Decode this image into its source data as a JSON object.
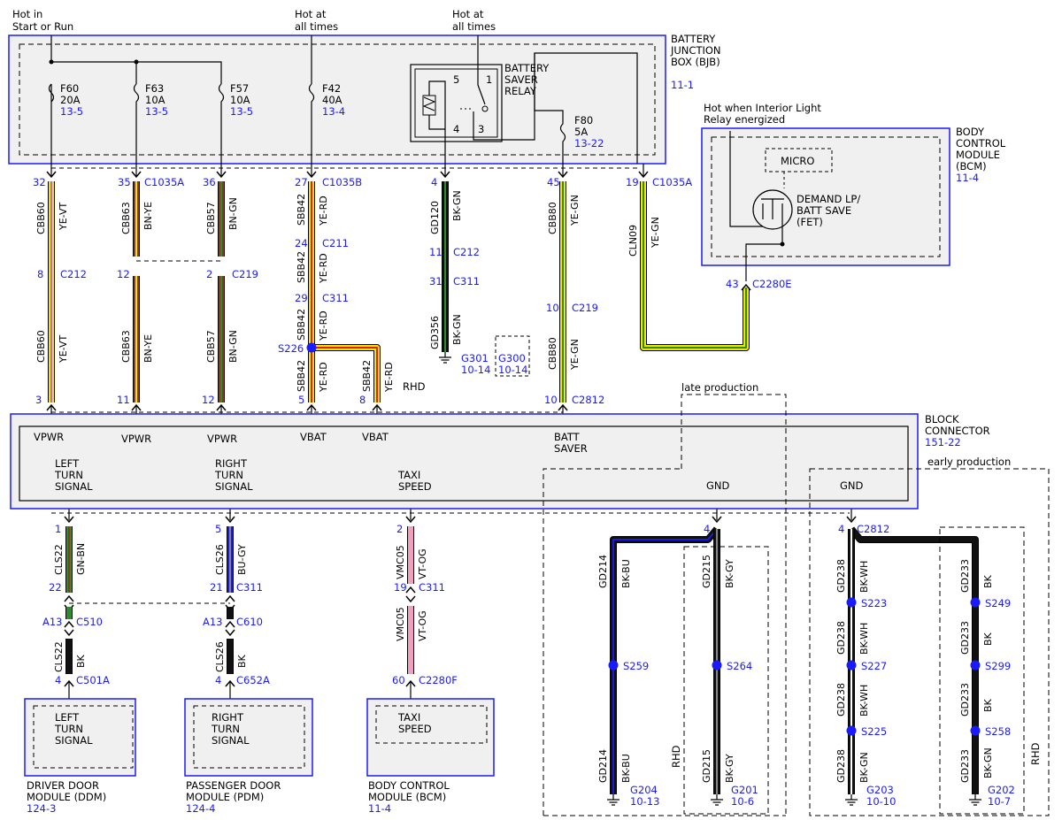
{
  "sources": {
    "hot_start_run": [
      "Hot in",
      "Start or Run"
    ],
    "hot_all_1": [
      "Hot at",
      "all times"
    ],
    "hot_all_2": [
      "Hot at",
      "all times"
    ],
    "hot_interior": [
      "Hot when Interior Light",
      "Relay energized"
    ]
  },
  "bjb": {
    "name": [
      "BATTERY",
      "JUNCTION",
      "BOX (BJB)"
    ],
    "ref": "11-1"
  },
  "relay": {
    "name": [
      "BATTERY",
      "SAVER",
      "RELAY"
    ],
    "pins": [
      "5",
      "1",
      "4",
      "3"
    ]
  },
  "fuses": [
    {
      "name": "F60",
      "rating": "20A",
      "ref": "13-5"
    },
    {
      "name": "F63",
      "rating": "10A",
      "ref": "13-5"
    },
    {
      "name": "F57",
      "rating": "10A",
      "ref": "13-5"
    },
    {
      "name": "F42",
      "rating": "40A",
      "ref": "13-4"
    },
    {
      "name": "F80",
      "rating": "5A",
      "ref": "13-22"
    }
  ],
  "bcm_top": {
    "name": [
      "BODY",
      "CONTROL",
      "MODULE",
      "(BCM)"
    ],
    "ref": "11-4",
    "micro": "MICRO",
    "fet": [
      "DEMAND LP/",
      "BATT SAVE",
      "(FET)"
    ]
  },
  "connectors": {
    "c1035a": "C1035A",
    "c1035b": "C1035B",
    "c212": "C212",
    "c219": "C219",
    "c211": "C211",
    "c311": "C311",
    "c2812": "C2812",
    "c2280e": "C2280E",
    "c510": "C510",
    "c610": "C610",
    "c501a": "C501A",
    "c652a": "C652A",
    "c2280f": "C2280F"
  },
  "pins": {
    "p32": "32",
    "p35": "35",
    "p36": "36",
    "p27": "27",
    "p4a": "4",
    "p45": "45",
    "p19": "19",
    "p8": "8",
    "p12": "12",
    "p2": "2",
    "p24": "24",
    "p29": "29",
    "p11a": "11",
    "p31": "31",
    "p10a": "10",
    "p43": "43",
    "p3": "3",
    "p11b": "11",
    "p12b": "12",
    "p5": "5",
    "p8b": "8",
    "p10b": "10",
    "p1": "1",
    "p5b": "5",
    "p2b": "2",
    "p4b": "4",
    "p4c": "4",
    "p22": "22",
    "p21": "21",
    "p19b": "19",
    "pa13": "A13",
    "pa13b": "A13",
    "p4d": "4",
    "p4e": "4",
    "p60": "60"
  },
  "circuits": {
    "cbb60": "CBB60",
    "cbb63": "CBB63",
    "cbb57": "CBB57",
    "sbb42": "SBB42",
    "gd120": "GD120",
    "gd356": "GD356",
    "cbb80": "CBB80",
    "cln09": "CLN09",
    "cls22": "CLS22",
    "cls26": "CLS26",
    "vmc05": "VMC05",
    "gd214": "GD214",
    "gd215": "GD215",
    "gd238": "GD238",
    "gd233": "GD233"
  },
  "colors_text": {
    "ye_vt": "YE-VT",
    "bn_ye": "BN-YE",
    "bn_gn": "BN-GN",
    "ye_rd": "YE-RD",
    "bk_gn": "BK-GN",
    "ye_gn": "YE-GN",
    "gn_bn": "GN-BN",
    "bu_gy": "BU-GY",
    "bk": "BK",
    "vt_og": "VT-OG",
    "bk_bu": "BK-BU",
    "bk_gy": "BK-GY",
    "bk_wh": "BK-WH"
  },
  "splices": {
    "s226": "S226",
    "s259": "S259",
    "s264": "S264",
    "s223": "S223",
    "s227": "S227",
    "s225": "S225",
    "s249": "S249",
    "s299": "S299",
    "s258": "S258"
  },
  "grounds": {
    "g301": [
      "G301",
      "10-14"
    ],
    "g300": [
      "G300",
      "10-14"
    ],
    "g204": [
      "G204",
      "10-13"
    ],
    "g201": [
      "G201",
      "10-6"
    ],
    "g203": [
      "G203",
      "10-10"
    ],
    "g202": [
      "G202",
      "10-7"
    ]
  },
  "rhd": "RHD",
  "late_production": "late production",
  "early_production": "early production",
  "block": {
    "name": [
      "BLOCK",
      "CONNECTOR"
    ],
    "ref": "151-22"
  },
  "block_labels": {
    "vpwr": "VPWR",
    "vbat": "VBAT",
    "batt_saver": [
      "BATT",
      "SAVER"
    ],
    "left_turn": [
      "LEFT",
      "TURN",
      "SIGNAL"
    ],
    "right_turn": [
      "RIGHT",
      "TURN",
      "SIGNAL"
    ],
    "taxi": [
      "TAXI",
      "SPEED"
    ],
    "gnd": "GND"
  },
  "modules": [
    {
      "inner": [
        "LEFT",
        "TURN",
        "SIGNAL"
      ],
      "name": [
        "DRIVER DOOR",
        "MODULE (DDM)"
      ],
      "ref": "124-3"
    },
    {
      "inner": [
        "RIGHT",
        "TURN",
        "SIGNAL"
      ],
      "name": [
        "PASSENGER DOOR",
        "MODULE (PDM)"
      ],
      "ref": "124-4"
    },
    {
      "inner": [
        "TAXI",
        "SPEED"
      ],
      "name": [
        "BODY CONTROL",
        "MODULE (BCM)"
      ],
      "ref": "11-4"
    }
  ],
  "wire_colors": {
    "yellow": "#f2e600",
    "violet": "#b36bd6",
    "brown": "#8b3a1a",
    "red": "#e02020",
    "green": "#2e8b2e",
    "blue": "#1a1ae6",
    "pink": "#f2a0c0",
    "black": "#111111",
    "frame_blue": "#1a1aff"
  }
}
